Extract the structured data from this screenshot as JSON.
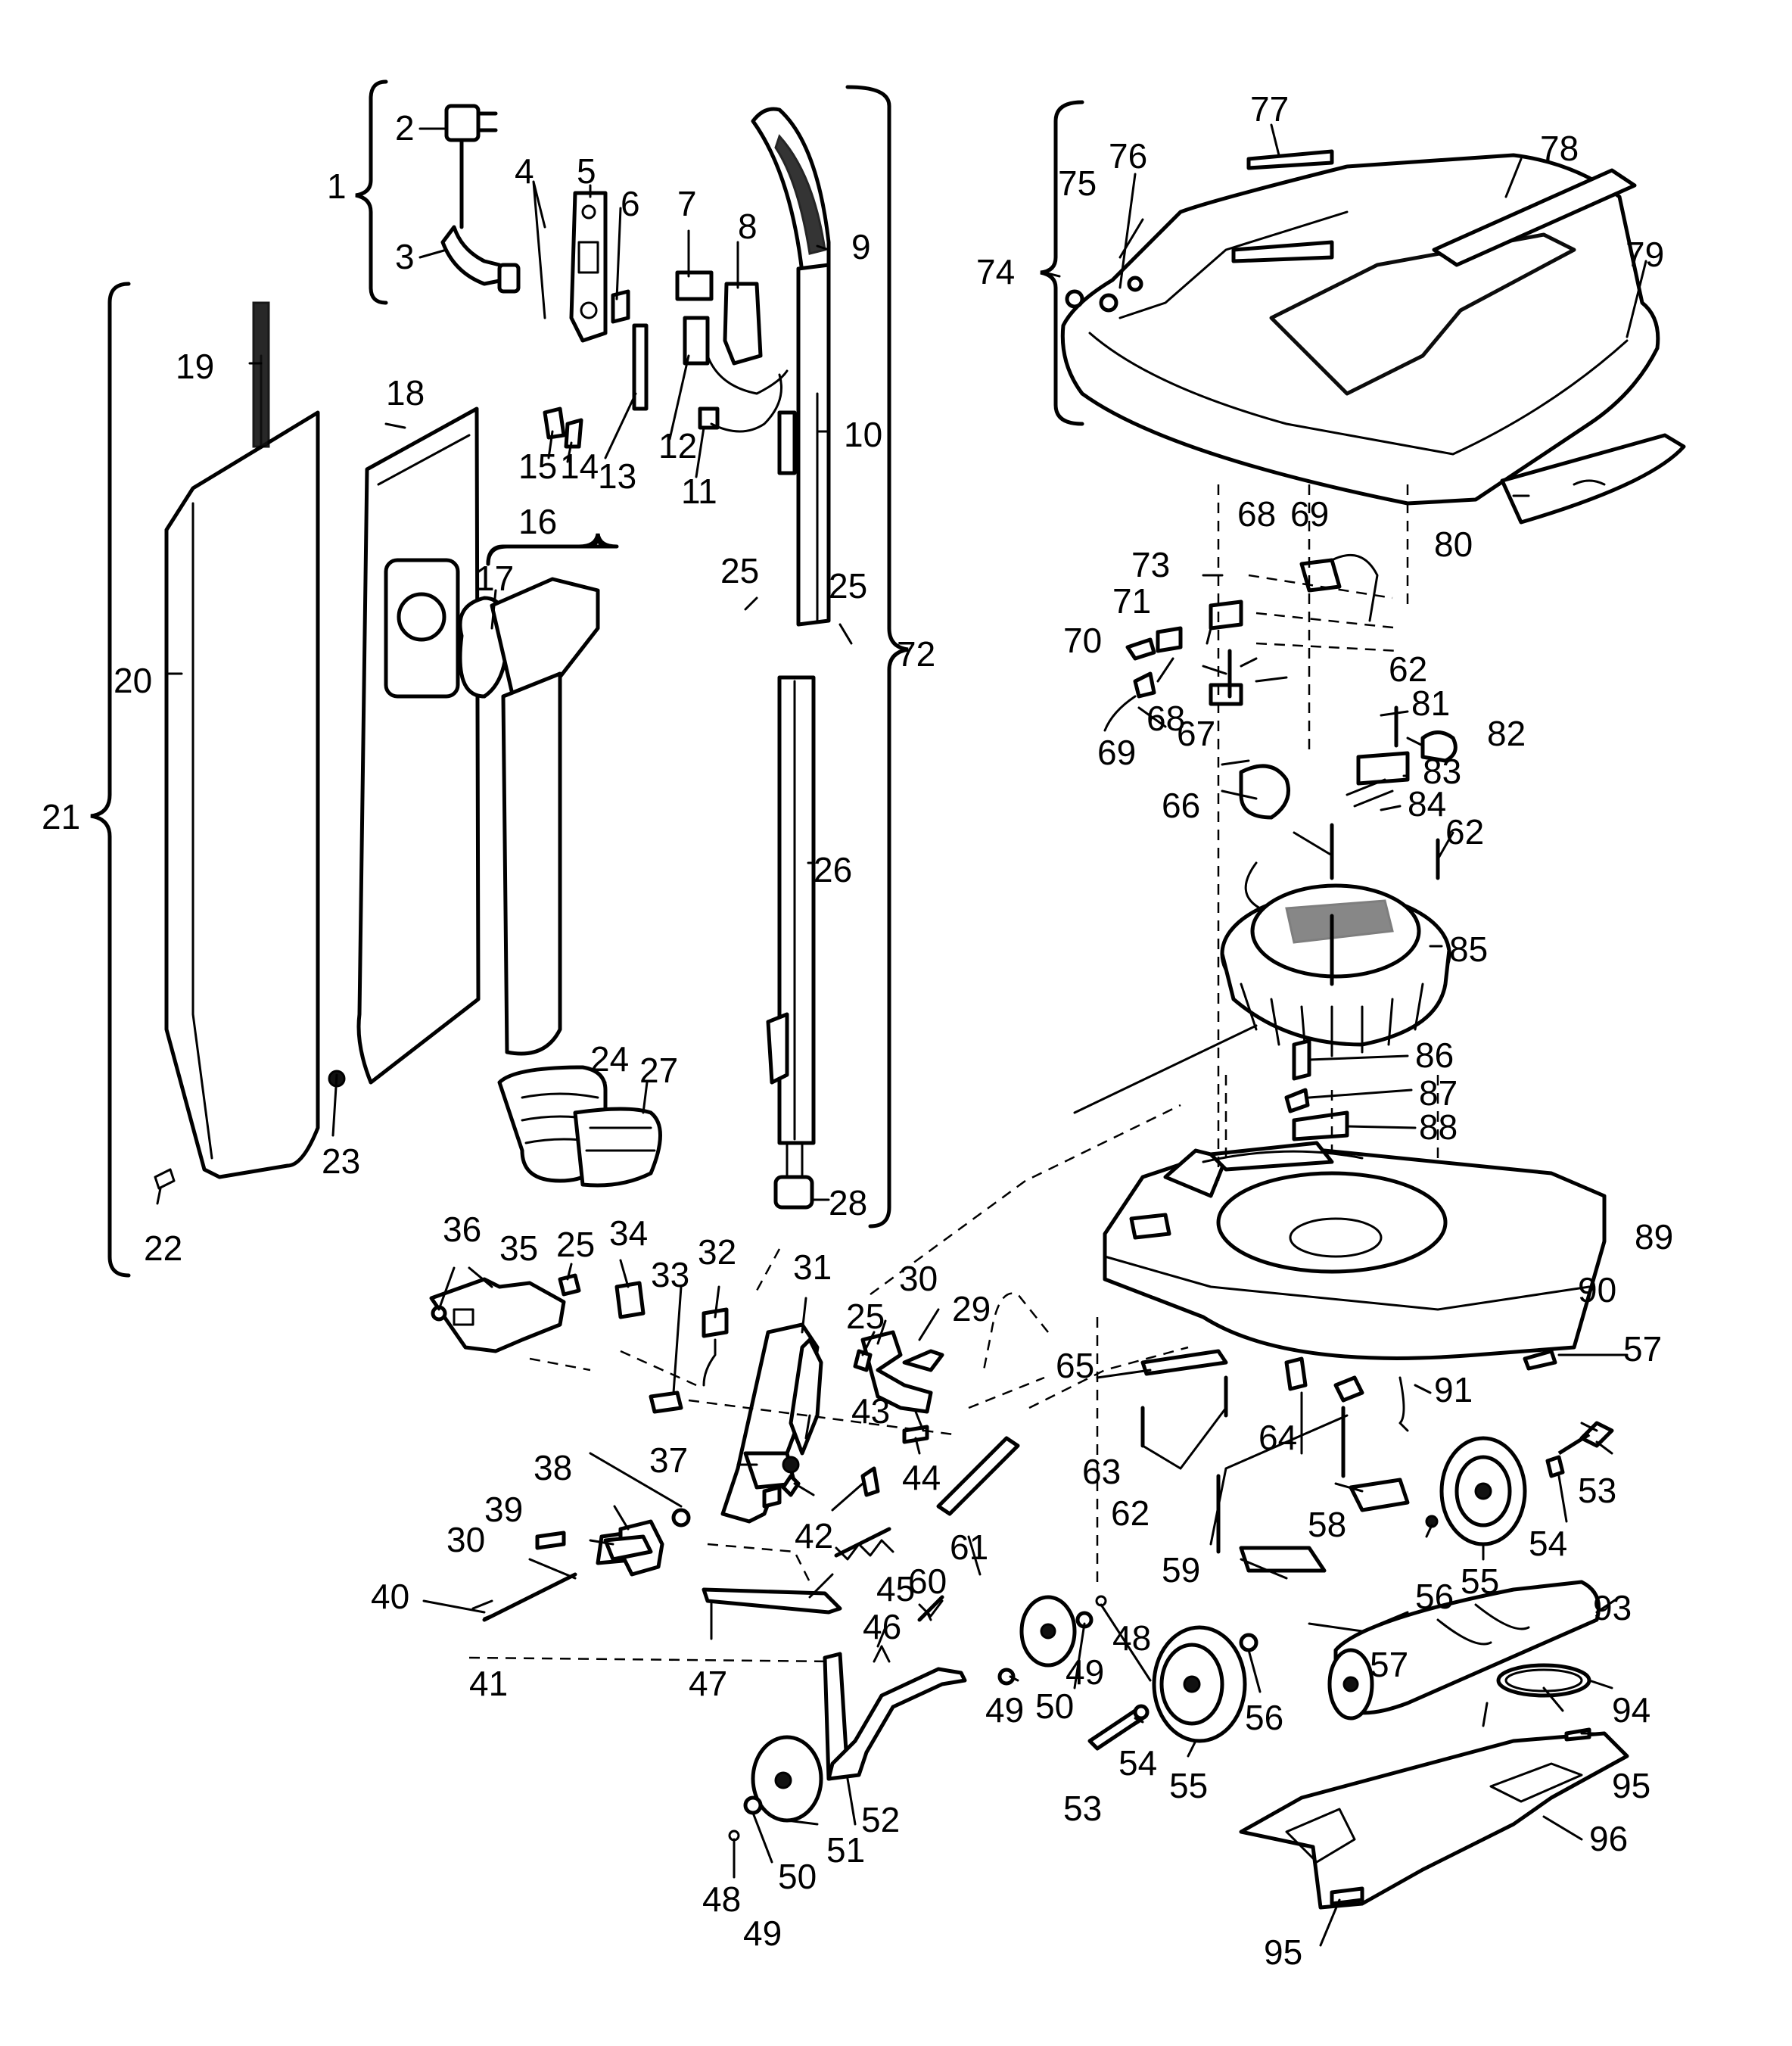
{
  "labels": [
    {
      "id": "p1",
      "text": "1"
    },
    {
      "id": "p2",
      "text": "2"
    },
    {
      "id": "p3",
      "text": "3"
    },
    {
      "id": "p4",
      "text": "4"
    },
    {
      "id": "p5",
      "text": "5"
    },
    {
      "id": "p6",
      "text": "6"
    },
    {
      "id": "p7",
      "text": "7"
    },
    {
      "id": "p8",
      "text": "8"
    },
    {
      "id": "p9",
      "text": "9"
    },
    {
      "id": "p10",
      "text": "10"
    },
    {
      "id": "p11",
      "text": "11"
    },
    {
      "id": "p12",
      "text": "12"
    },
    {
      "id": "p13",
      "text": "13"
    },
    {
      "id": "p14",
      "text": "14"
    },
    {
      "id": "p15",
      "text": "15"
    },
    {
      "id": "p16",
      "text": "16"
    },
    {
      "id": "p17",
      "text": "17"
    },
    {
      "id": "p18",
      "text": "18"
    },
    {
      "id": "p19",
      "text": "19"
    },
    {
      "id": "p20",
      "text": "20"
    },
    {
      "id": "p21",
      "text": "21"
    },
    {
      "id": "p22",
      "text": "22"
    },
    {
      "id": "p23",
      "text": "23"
    },
    {
      "id": "p24",
      "text": "24"
    },
    {
      "id": "p25a",
      "text": "25"
    },
    {
      "id": "p25b",
      "text": "25"
    },
    {
      "id": "p25c",
      "text": "25"
    },
    {
      "id": "p25d",
      "text": "25"
    },
    {
      "id": "p26",
      "text": "26"
    },
    {
      "id": "p27",
      "text": "27"
    },
    {
      "id": "p28",
      "text": "28"
    },
    {
      "id": "p29",
      "text": "29"
    },
    {
      "id": "p30a",
      "text": "30"
    },
    {
      "id": "p30b",
      "text": "30"
    },
    {
      "id": "p31",
      "text": "31"
    },
    {
      "id": "p32",
      "text": "32"
    },
    {
      "id": "p33",
      "text": "33"
    },
    {
      "id": "p34",
      "text": "34"
    },
    {
      "id": "p35",
      "text": "35"
    },
    {
      "id": "p36",
      "text": "36"
    },
    {
      "id": "p37",
      "text": "37"
    },
    {
      "id": "p38",
      "text": "38"
    },
    {
      "id": "p39",
      "text": "39"
    },
    {
      "id": "p40",
      "text": "40"
    },
    {
      "id": "p41",
      "text": "41"
    },
    {
      "id": "p42",
      "text": "42"
    },
    {
      "id": "p43",
      "text": "43"
    },
    {
      "id": "p44",
      "text": "44"
    },
    {
      "id": "p45",
      "text": "45"
    },
    {
      "id": "p46",
      "text": "46"
    },
    {
      "id": "p47",
      "text": "47"
    },
    {
      "id": "p48a",
      "text": "48"
    },
    {
      "id": "p48b",
      "text": "48"
    },
    {
      "id": "p49a",
      "text": "49"
    },
    {
      "id": "p49b",
      "text": "49"
    },
    {
      "id": "p49c",
      "text": "49"
    },
    {
      "id": "p50a",
      "text": "50"
    },
    {
      "id": "p50b",
      "text": "50"
    },
    {
      "id": "p51",
      "text": "51"
    },
    {
      "id": "p52",
      "text": "52"
    },
    {
      "id": "p53a",
      "text": "53"
    },
    {
      "id": "p53b",
      "text": "53"
    },
    {
      "id": "p54a",
      "text": "54"
    },
    {
      "id": "p54b",
      "text": "54"
    },
    {
      "id": "p55a",
      "text": "55"
    },
    {
      "id": "p55b",
      "text": "55"
    },
    {
      "id": "p56a",
      "text": "56"
    },
    {
      "id": "p56b",
      "text": "56"
    },
    {
      "id": "p57a",
      "text": "57"
    },
    {
      "id": "p57b",
      "text": "57"
    },
    {
      "id": "p58",
      "text": "58"
    },
    {
      "id": "p59",
      "text": "59"
    },
    {
      "id": "p60",
      "text": "60"
    },
    {
      "id": "p61",
      "text": "61"
    },
    {
      "id": "p62a",
      "text": "62"
    },
    {
      "id": "p62b",
      "text": "62"
    },
    {
      "id": "p62c",
      "text": "62"
    },
    {
      "id": "p63",
      "text": "63"
    },
    {
      "id": "p64",
      "text": "64"
    },
    {
      "id": "p65",
      "text": "65"
    },
    {
      "id": "p66",
      "text": "66"
    },
    {
      "id": "p67",
      "text": "67"
    },
    {
      "id": "p68a",
      "text": "68"
    },
    {
      "id": "p68b",
      "text": "68"
    },
    {
      "id": "p69a",
      "text": "69"
    },
    {
      "id": "p69b",
      "text": "69"
    },
    {
      "id": "p70",
      "text": "70"
    },
    {
      "id": "p71",
      "text": "71"
    },
    {
      "id": "p72",
      "text": "72"
    },
    {
      "id": "p73",
      "text": "73"
    },
    {
      "id": "p74",
      "text": "74"
    },
    {
      "id": "p75",
      "text": "75"
    },
    {
      "id": "p76",
      "text": "76"
    },
    {
      "id": "p77",
      "text": "77"
    },
    {
      "id": "p78",
      "text": "78"
    },
    {
      "id": "p79",
      "text": "79"
    },
    {
      "id": "p80",
      "text": "80"
    },
    {
      "id": "p81",
      "text": "81"
    },
    {
      "id": "p82",
      "text": "82"
    },
    {
      "id": "p83",
      "text": "83"
    },
    {
      "id": "p84",
      "text": "84"
    },
    {
      "id": "p85",
      "text": "85"
    },
    {
      "id": "p86",
      "text": "86"
    },
    {
      "id": "p87",
      "text": "87"
    },
    {
      "id": "p88",
      "text": "88"
    },
    {
      "id": "p89",
      "text": "89"
    },
    {
      "id": "p90",
      "text": "90"
    },
    {
      "id": "p91",
      "text": "91"
    },
    {
      "id": "p93",
      "text": "93"
    },
    {
      "id": "p94",
      "text": "94"
    },
    {
      "id": "p95a",
      "text": "95"
    },
    {
      "id": "p95b",
      "text": "95"
    },
    {
      "id": "p96",
      "text": "96"
    }
  ]
}
